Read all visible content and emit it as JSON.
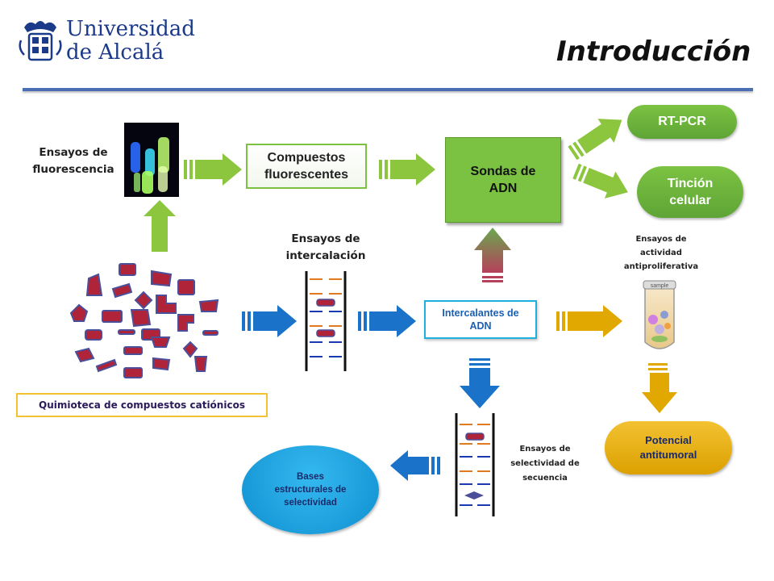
{
  "header": {
    "university_name_line1": "Universidad",
    "university_name_line2": "de Alcalá",
    "title": "Introducción"
  },
  "nodes": {
    "fluorescence_assays": "Ensayos de fluorescencia",
    "fluorescent_compounds": "Compuestos fluorescentes",
    "dna_probes": "Sondas de ADN",
    "rt_pcr": "RT-PCR",
    "cell_staining": "Tinción celular",
    "intercalation_assays": "Ensayos de intercalación",
    "antiproliferative_assays": "Ensayos de actividad antiproliferativa",
    "dna_intercalators": "Intercalantes de ADN",
    "cationic_library": "Quimioteca de compuestos catiónicos",
    "antitumor_potential": "Potencial antitumoral",
    "sequence_selectivity_assays": "Ensayos de selectividad de secuencia",
    "structural_bases": "Bases estructurales de selectividad"
  },
  "colors": {
    "header_rule": "#4a6fb5",
    "green_arrow": "#8cc63f",
    "blue_arrow": "#1a73c8",
    "gold_arrow": "#e0a800",
    "green_box": "#7cc242",
    "pill_green": "#6cb33f",
    "blue_box_border": "#20b0e0",
    "blue_box_text": "#1a5fb4",
    "gold_pill": "#e6a800",
    "cyan_bubble": "#14a3e0",
    "compound": "#b0243a",
    "compound_border": "#4b4f9a"
  }
}
